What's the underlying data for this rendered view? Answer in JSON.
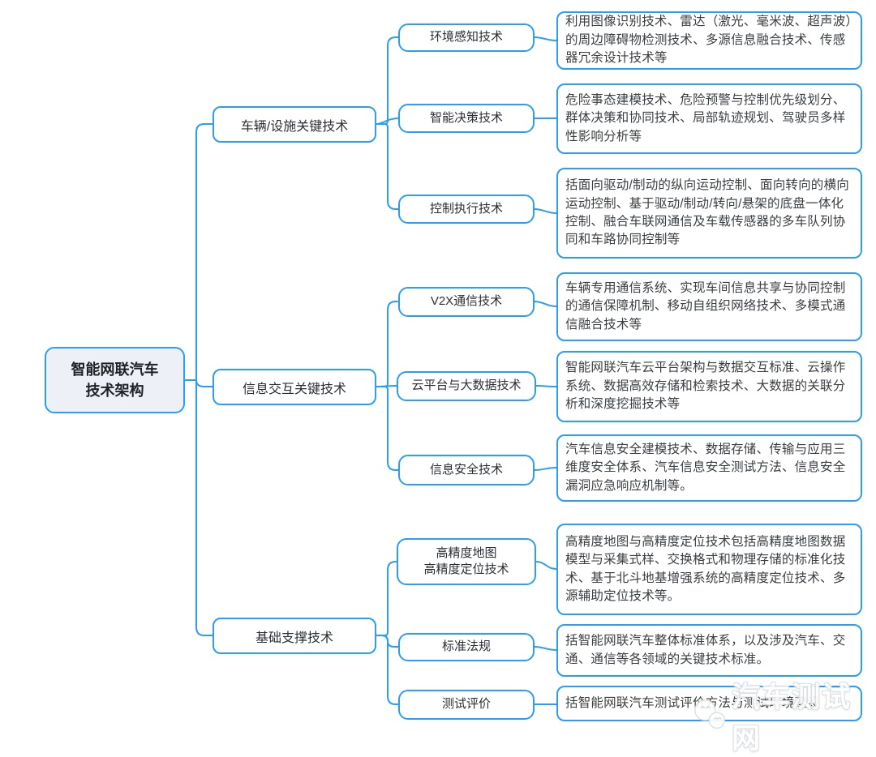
{
  "diagram": {
    "root_label": "智能网联汽车\n技术架构",
    "branches": [
      {
        "label": "车辆/设施关键技术",
        "children": [
          {
            "label": "环境感知技术",
            "desc": "利用图像识别技术、雷达（激光、毫米波、超声波）的周边障碍物检测技术、多源信息融合技术、传感器冗余设计技术等"
          },
          {
            "label": "智能决策技术",
            "desc": "危险事态建模技术、危险预警与控制优先级划分、群体决策和协同技术、局部轨迹规划、驾驶员多样性影响分析等"
          },
          {
            "label": "控制执行技术",
            "desc": "括面向驱动/制动的纵向运动控制、面向转向的横向运动控制、基于驱动/制动/转向/悬架的底盘一体化控制、融合车联网通信及车载传感器的多车队列协同和车路协同控制等"
          }
        ]
      },
      {
        "label": "信息交互关键技术",
        "children": [
          {
            "label": "V2X通信技术",
            "desc": "车辆专用通信系统、实现车间信息共享与协同控制的通信保障机制、移动自组织网络技术、多模式通信融合技术等"
          },
          {
            "label": "云平台与大数据技术",
            "desc": "智能网联汽车云平台架构与数据交互标准、云操作系统、数据高效存储和检索技术、大数据的关联分析和深度挖掘技术等"
          },
          {
            "label": "信息安全技术",
            "desc": "汽车信息安全建模技术、数据存储、传输与应用三维度安全体系、汽车信息安全测试方法、信息安全漏洞应急响应机制等。"
          }
        ]
      },
      {
        "label": "基础支撑技术",
        "children": [
          {
            "label": "高精度地图\n高精度定位技术",
            "desc": "高精度地图与高精度定位技术包括高精度地图数据模型与采集式样、交换格式和物理存储的标准化技术、基于北斗地基增强系统的高精度定位技术、多源辅助定位技术等。"
          },
          {
            "label": "标准法规",
            "desc": "括智能网联汽车整体标准体系，以及涉及汽车、交通、通信等各领域的关键技术标准。"
          },
          {
            "label": "测试评价",
            "desc": "括智能网联汽车测试评价方法与测试环境建设"
          }
        ]
      }
    ],
    "watermark": {
      "text": "汽车测试网",
      "icon": "wechat-logo-icon"
    },
    "colors": {
      "line": "#2b9df4",
      "root_bg": "#edf1f7",
      "node_border": "#2b9df4",
      "text": "#3a3e42"
    }
  }
}
